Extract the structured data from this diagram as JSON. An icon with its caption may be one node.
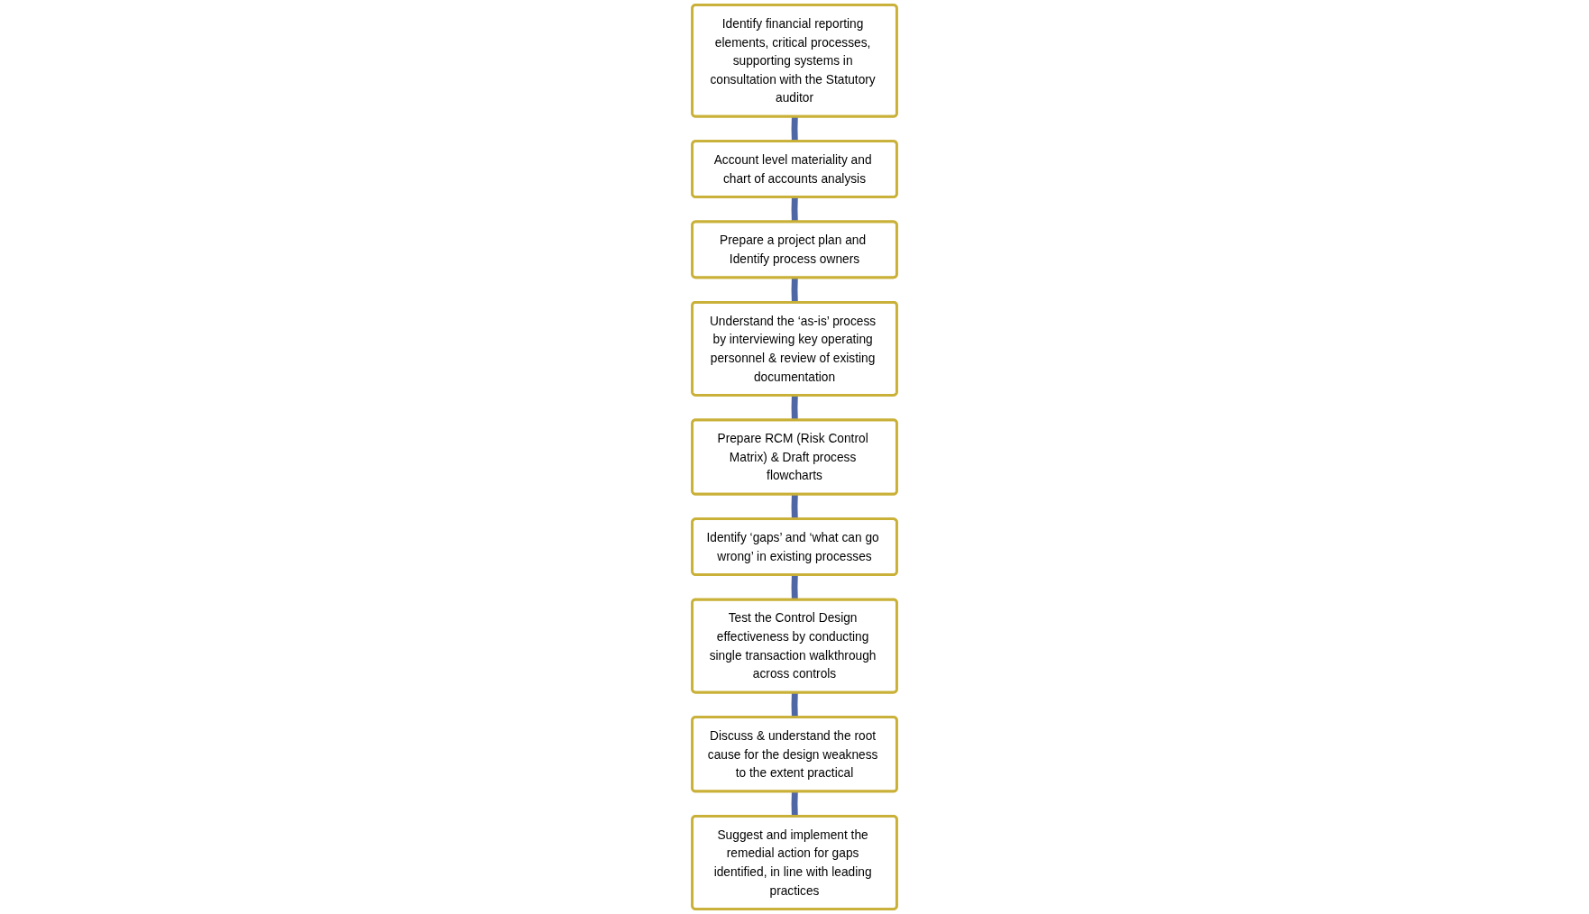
{
  "diagram": {
    "nodes": [
      {
        "text": [
          "Identify financial reporting elements, critical processes, supporting systems in consultation with the Statutory auditor"
        ]
      },
      {
        "text": [
          "Account level materiality and chart of accounts analysis"
        ]
      },
      {
        "text": [
          "Prepare a project plan and Identify process owners"
        ]
      },
      {
        "text": [
          "Understand the ‘as-is’ process by interviewing key operating personnel & review of existing documentation"
        ]
      },
      {
        "text": [
          "Prepare RCM (Risk Control Matrix) & Draft process flowcharts"
        ]
      },
      {
        "text": [
          "Identify ‘gaps’ and ‘what can go wrong’ in existing processes"
        ]
      },
      {
        "text": [
          "Test the Control Design effectiveness by conducting single transaction walkthrough across controls"
        ]
      },
      {
        "text": [
          "Discuss & understand the root cause for the design weakness to the extent practical"
        ]
      },
      {
        "text": [
          "Suggest and implement the remedial action for gaps identified, in line with leading practices"
        ]
      }
    ],
    "edges": [
      {
        "from": 0,
        "to": 1,
        "arrow": "none"
      },
      {
        "from": 1,
        "to": 2,
        "arrow": "none"
      },
      {
        "from": 2,
        "to": 3,
        "arrow": "none"
      },
      {
        "from": 3,
        "to": 4,
        "arrow": "none"
      },
      {
        "from": 4,
        "to": 5,
        "arrow": "none"
      },
      {
        "from": 5,
        "to": 6,
        "arrow": "none"
      },
      {
        "from": 6,
        "to": 7,
        "arrow": "none"
      },
      {
        "from": 7,
        "to": 8,
        "arrow": "none"
      }
    ]
  }
}
